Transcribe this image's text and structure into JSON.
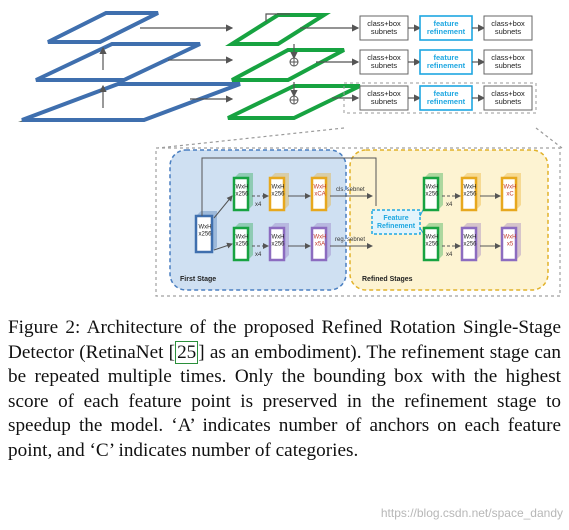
{
  "figure": {
    "top_rows": [
      {
        "subnet1": [
          "class+box",
          "subnets"
        ],
        "refine": [
          "feature",
          "refinement"
        ],
        "subnet2": [
          "class+box",
          "subnets"
        ]
      },
      {
        "subnet1": [
          "class+box",
          "subnets"
        ],
        "refine": [
          "feature",
          "refinement"
        ],
        "subnet2": [
          "class+box",
          "subnets"
        ]
      },
      {
        "subnet1": [
          "class+box",
          "subnets"
        ],
        "refine": [
          "feature",
          "refinement"
        ],
        "subnet2": [
          "class+box",
          "subnets"
        ]
      }
    ],
    "detail": {
      "first_stage_label": "First Stage",
      "refined_stages_label": "Refined Stages",
      "input_block": [
        "WxH",
        "x256"
      ],
      "block_label": [
        "WxH",
        "x256"
      ],
      "x4_label": "x4",
      "cls_out": [
        "WxH",
        "xCA"
      ],
      "reg_out": [
        "WxH",
        "x5A"
      ],
      "cls_out_refined": [
        "WxH",
        "xC"
      ],
      "reg_out_refined": [
        "WxH",
        "x5"
      ],
      "cls_sebnet_label": "cls. sebnet",
      "reg_sebnet_label": "reg. sebnet",
      "feature_refinement": [
        "Feature",
        "Refinement"
      ]
    },
    "colors": {
      "pyramid_blue": "#3f6fae",
      "fpn_green": "#17a341",
      "refine_cyan": "#1ea7e1",
      "block_yellow": "#e7a81e",
      "block_purple": "#8c6cc0",
      "first_stage_bg": "#cfe0f2",
      "refined_bg": "#fdf3d2"
    }
  },
  "caption": {
    "before_ref": "Figure 2:  Architecture of the proposed Refined Rotation Single-Stage Detector (RetinaNet [",
    "ref": "25",
    "after_ref": "] as an embodiment). The refinement stage can be repeated multiple times. Only the bounding box with the highest score of each feature point is preserved in the refinement stage to speedup the model.  ‘A’ indicates number of anchors on each feature point, and ‘C’ indicates number of categories."
  },
  "watermark": "https://blog.csdn.net/space_dandy"
}
